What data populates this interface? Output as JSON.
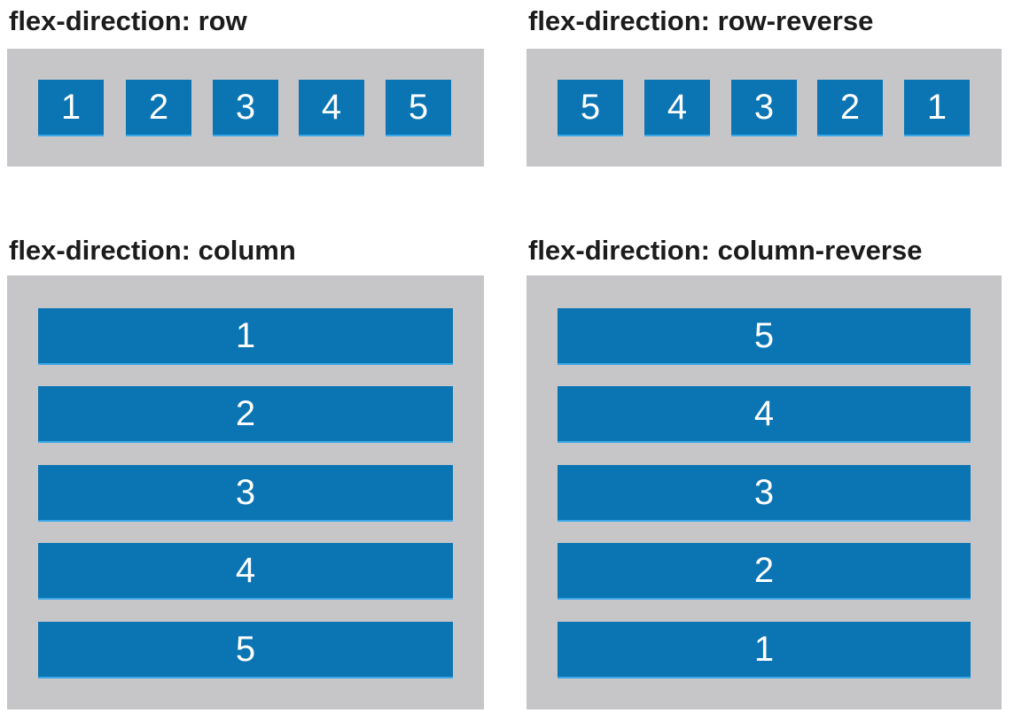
{
  "panels": {
    "row": {
      "title": "flex-direction: row",
      "items": [
        "1",
        "2",
        "3",
        "4",
        "5"
      ]
    },
    "row_reverse": {
      "title": "flex-direction: row-reverse",
      "items": [
        "5",
        "4",
        "3",
        "2",
        "1"
      ]
    },
    "column": {
      "title": "flex-direction: column",
      "items": [
        "1",
        "2",
        "3",
        "4",
        "5"
      ]
    },
    "column_reverse": {
      "title": "flex-direction: column-reverse",
      "items": [
        "5",
        "4",
        "3",
        "2",
        "1"
      ]
    }
  },
  "colors": {
    "container_background": "#c6c6c9",
    "item_background": "#0b74b3",
    "item_text": "#ffffff",
    "title_text": "#1c1c1c"
  }
}
